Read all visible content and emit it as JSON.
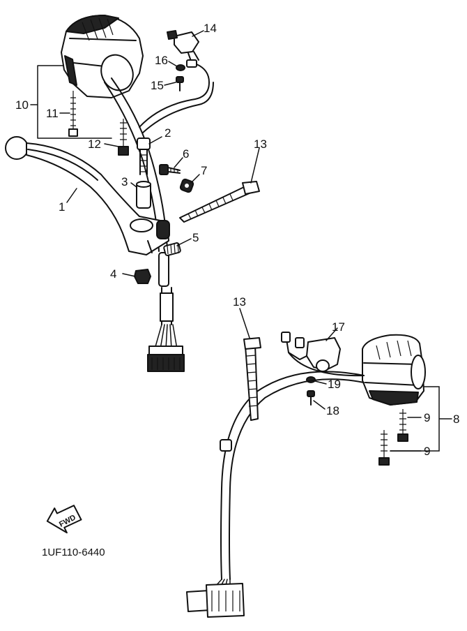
{
  "callouts": [
    {
      "id": "c1",
      "text": "1"
    },
    {
      "id": "c2",
      "text": "2"
    },
    {
      "id": "c3",
      "text": "3"
    },
    {
      "id": "c4",
      "text": "4"
    },
    {
      "id": "c5",
      "text": "5"
    },
    {
      "id": "c6",
      "text": "6"
    },
    {
      "id": "c7",
      "text": "7"
    },
    {
      "id": "c8",
      "text": "8"
    },
    {
      "id": "c9a",
      "text": "9"
    },
    {
      "id": "c9b",
      "text": "9"
    },
    {
      "id": "c10",
      "text": "10"
    },
    {
      "id": "c11",
      "text": "11"
    },
    {
      "id": "c12",
      "text": "12"
    },
    {
      "id": "c13a",
      "text": "13"
    },
    {
      "id": "c13b",
      "text": "13"
    },
    {
      "id": "c14",
      "text": "14"
    },
    {
      "id": "c15",
      "text": "15"
    },
    {
      "id": "c16",
      "text": "16"
    },
    {
      "id": "c17",
      "text": "17"
    },
    {
      "id": "c18",
      "text": "18"
    },
    {
      "id": "c19",
      "text": "19"
    }
  ],
  "fwd_label": "FWD",
  "diagram_code": "1UF110-6440"
}
